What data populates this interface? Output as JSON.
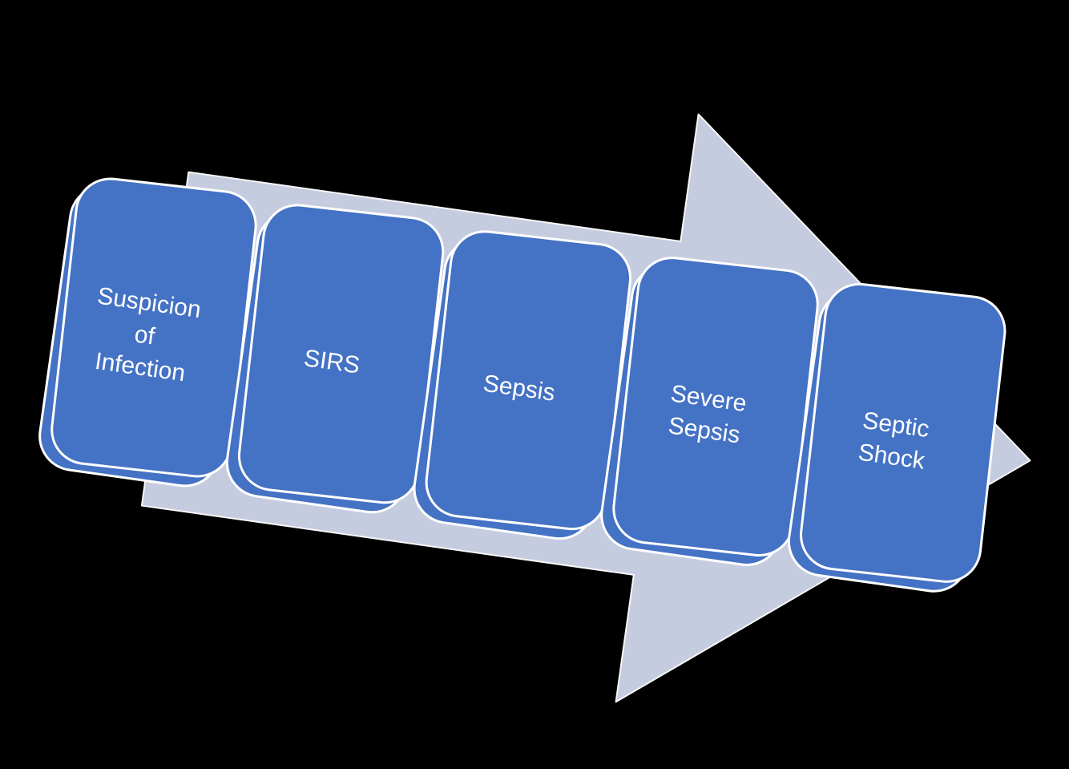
{
  "diagram": {
    "arrow_direction": "right",
    "stages": [
      {
        "label": "Suspicion\nof\nInfection"
      },
      {
        "label": "SIRS"
      },
      {
        "label": "Sepsis"
      },
      {
        "label": "Severe\nSepsis"
      },
      {
        "label": "Septic\nShock"
      }
    ]
  },
  "colors": {
    "background": "#000000",
    "arrow_fill": "#CDD3E8",
    "box_fill": "#4472C4",
    "box_border": "#FFFFFF",
    "label_text": "#FFFFFF"
  }
}
